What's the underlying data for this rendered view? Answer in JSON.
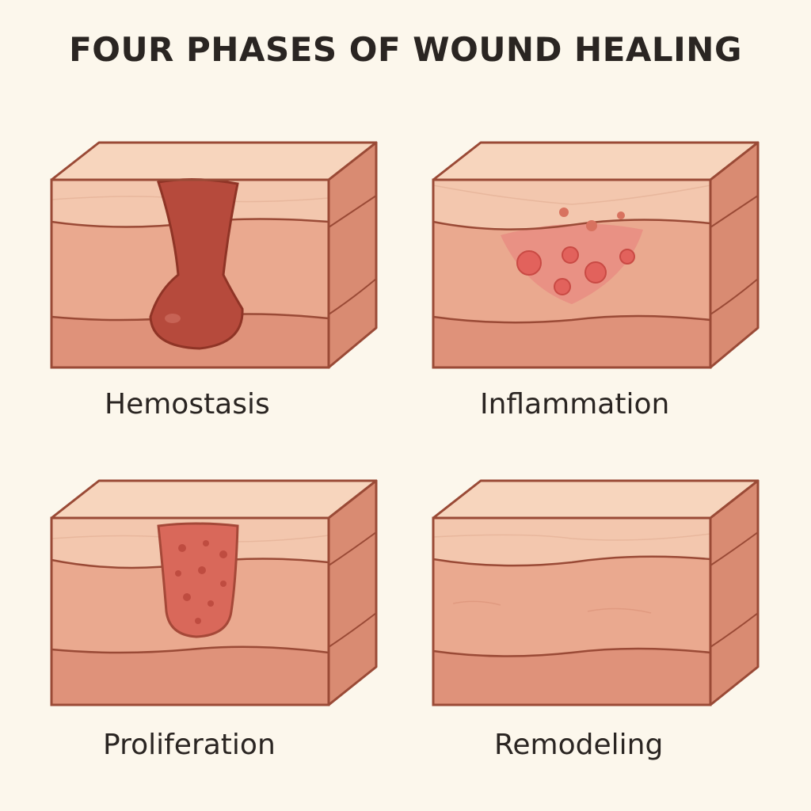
{
  "title": "FOUR PHASES OF WOUND HEALING",
  "phases": [
    {
      "label": "Hemostasis"
    },
    {
      "label": "Inflammation"
    },
    {
      "label": "Proliferation"
    },
    {
      "label": "Remodeling"
    }
  ],
  "colors": {
    "background": "#fcf7ec",
    "outline": "#9a4a36",
    "epidermis": "#f3c7ae",
    "dermis": "#eaa98f",
    "hypodermis": "#df927a",
    "side_face": "#d98b72",
    "top_face": "#f7d5bd",
    "blood_clot": "#b64a3c",
    "inflammation": "#e88a80",
    "granulation": "#d9685a"
  }
}
